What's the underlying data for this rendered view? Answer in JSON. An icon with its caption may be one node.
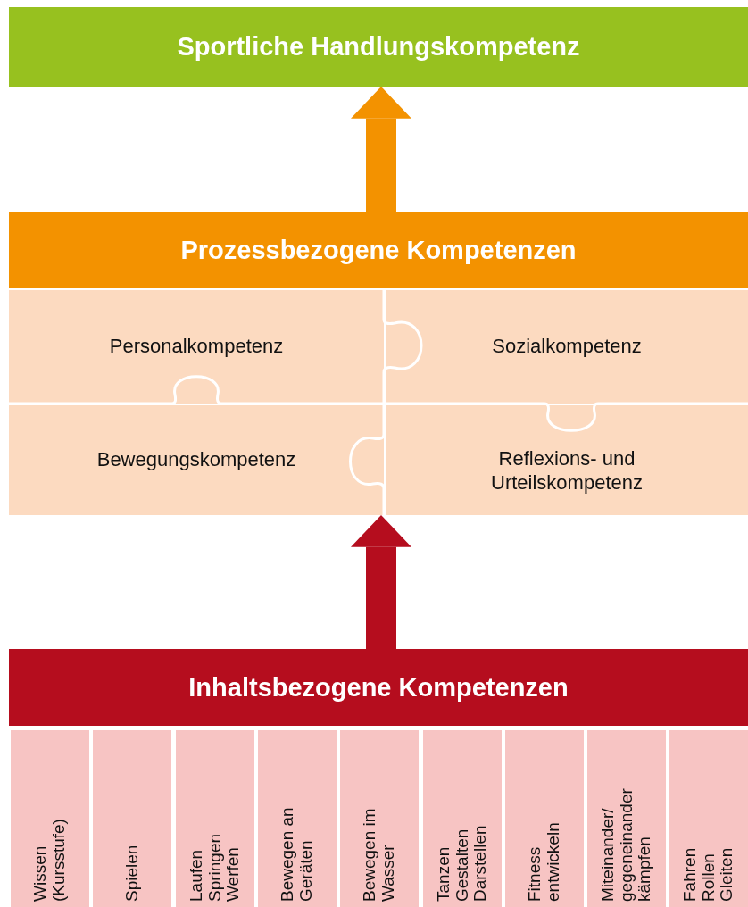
{
  "diagram": {
    "nodes": [
      {
        "text": [
          "Sportliche Handlungskompetenz"
        ]
      },
      {
        "text": [
          "Prozessbezogene Kompetenzen"
        ]
      },
      {
        "text": [
          "Personalkompetenz"
        ],
        "in": 1
      },
      {
        "text": [
          "Sozialkompetenz"
        ],
        "in": 1
      },
      {
        "text": [
          "Bewegungskompetenz"
        ],
        "in": 1
      },
      {
        "text": [
          "Reflexions- und Urteilskompetenz"
        ],
        "in": 1
      },
      {
        "text": [
          "Inhaltsbezogene Kompetenzen"
        ]
      },
      {
        "text": [
          "Wissen (Kursstufe)"
        ],
        "in": 6
      },
      {
        "text": [
          "Spielen"
        ],
        "in": 6
      },
      {
        "text": [
          "Laufen Springen Werfen"
        ],
        "in": 6
      },
      {
        "text": [
          "Bewegen an Geräten"
        ],
        "in": 6
      },
      {
        "text": [
          "Bewegen im Wasser"
        ],
        "in": 6
      },
      {
        "text": [
          "Tanzen Gestalten Darstellen"
        ],
        "in": 6
      },
      {
        "text": [
          "Fitness entwickeln"
        ],
        "in": 6
      },
      {
        "text": [
          "Miteinander/ gegeneinander kämpfen"
        ],
        "in": 6
      },
      {
        "text": [
          "Fahren Rollen Gleiten"
        ],
        "in": 6
      }
    ],
    "edges": [
      {
        "from": 1,
        "to": 0,
        "arrow": "to",
        "color": "#f39200"
      },
      {
        "from": 6,
        "to": 1,
        "arrow": "to",
        "color": "#b50d1e"
      }
    ]
  }
}
